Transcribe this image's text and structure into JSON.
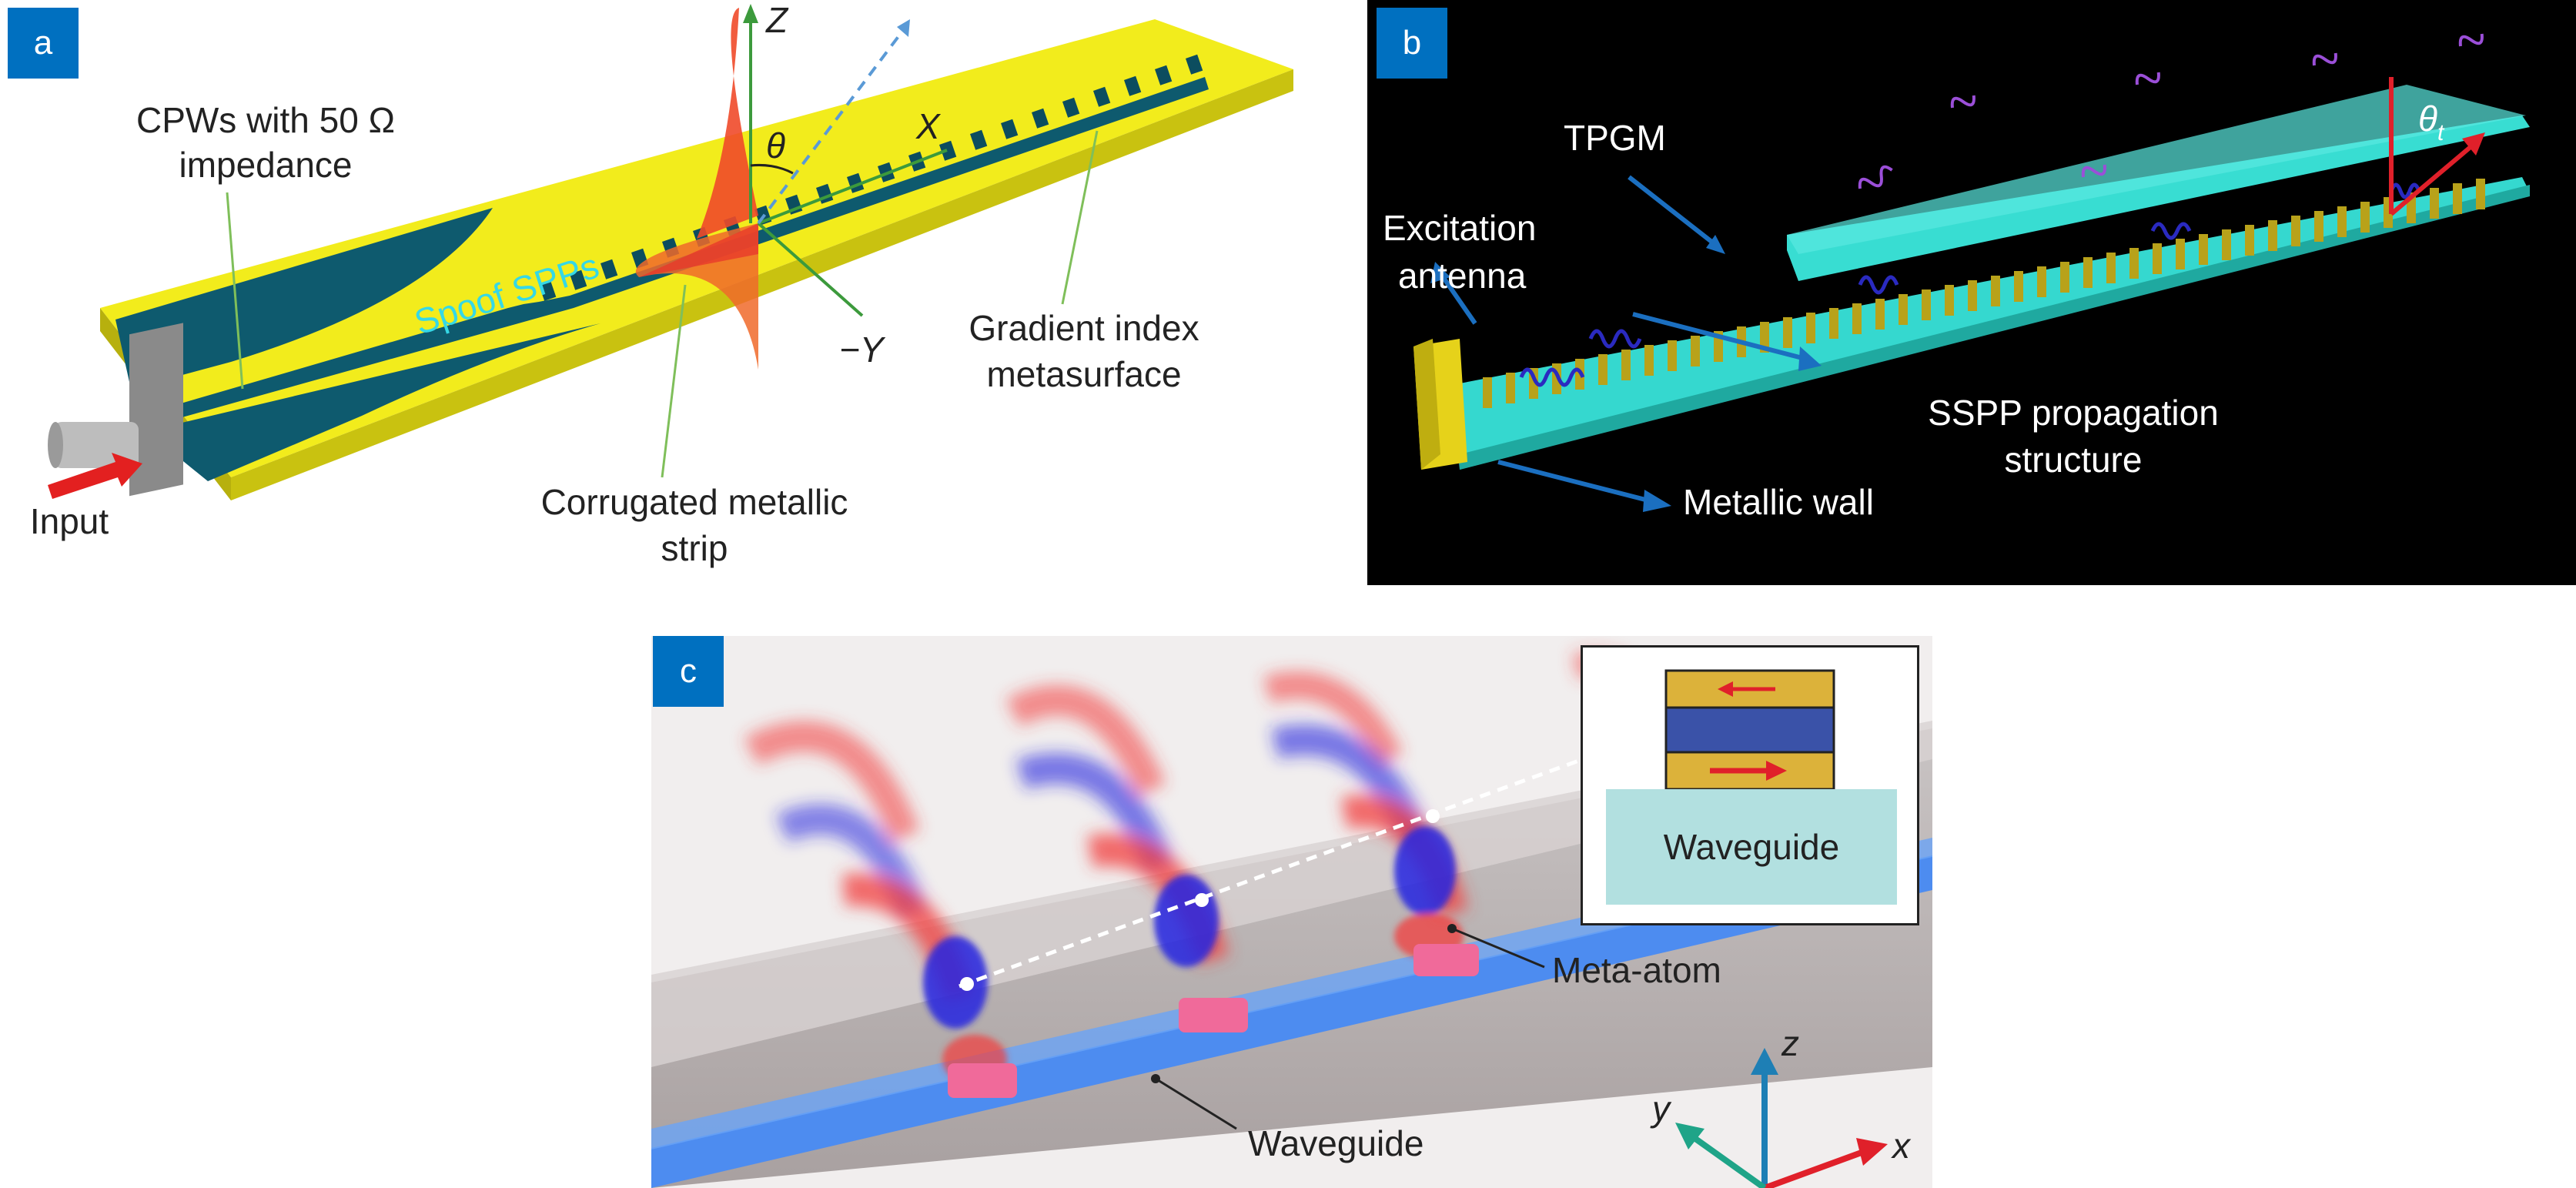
{
  "panels": {
    "a": {
      "badge": "a",
      "labels": {
        "cpw_line1": "CPWs with 50 Ω",
        "cpw_line2": "impedance",
        "input": "Input",
        "spoof": "Spoof SPPs",
        "corr_line1": "Corrugated metallic",
        "corr_line2": "strip",
        "grad_line1": "Gradient index",
        "grad_line2": "metasurface",
        "axis_z": "Z",
        "axis_x": "X",
        "axis_negy": "−Y",
        "theta": "θ"
      },
      "colors": {
        "substrate": "#f2ec1c",
        "metal": "#0e5a6e",
        "field": "#f04a2a"
      }
    },
    "b": {
      "badge": "b",
      "labels": {
        "tpgm": "TPGM",
        "theta_t": "θ",
        "theta_sub": "t",
        "exc_line1": "Excitation",
        "exc_line2": "antenna",
        "sspp_line1": "SSPP propagation",
        "sspp_line2": "structure",
        "wall": "Metallic wall"
      },
      "colors": {
        "background": "#000000",
        "plate": "#35d8cf",
        "arrow": "#1b6fc0",
        "wave": "#9b4fd8"
      }
    },
    "c": {
      "badge": "c",
      "labels": {
        "meta_atom": "Meta-atom",
        "waveguide": "Waveguide",
        "axis_z": "z",
        "axis_y": "y",
        "axis_x": "x",
        "inset_waveguide": "Waveguide"
      },
      "colors": {
        "positive": "#f23c3c",
        "negative": "#2424e0",
        "waveguide": "#4d8cf0",
        "atom": "#f06a9a"
      }
    }
  }
}
